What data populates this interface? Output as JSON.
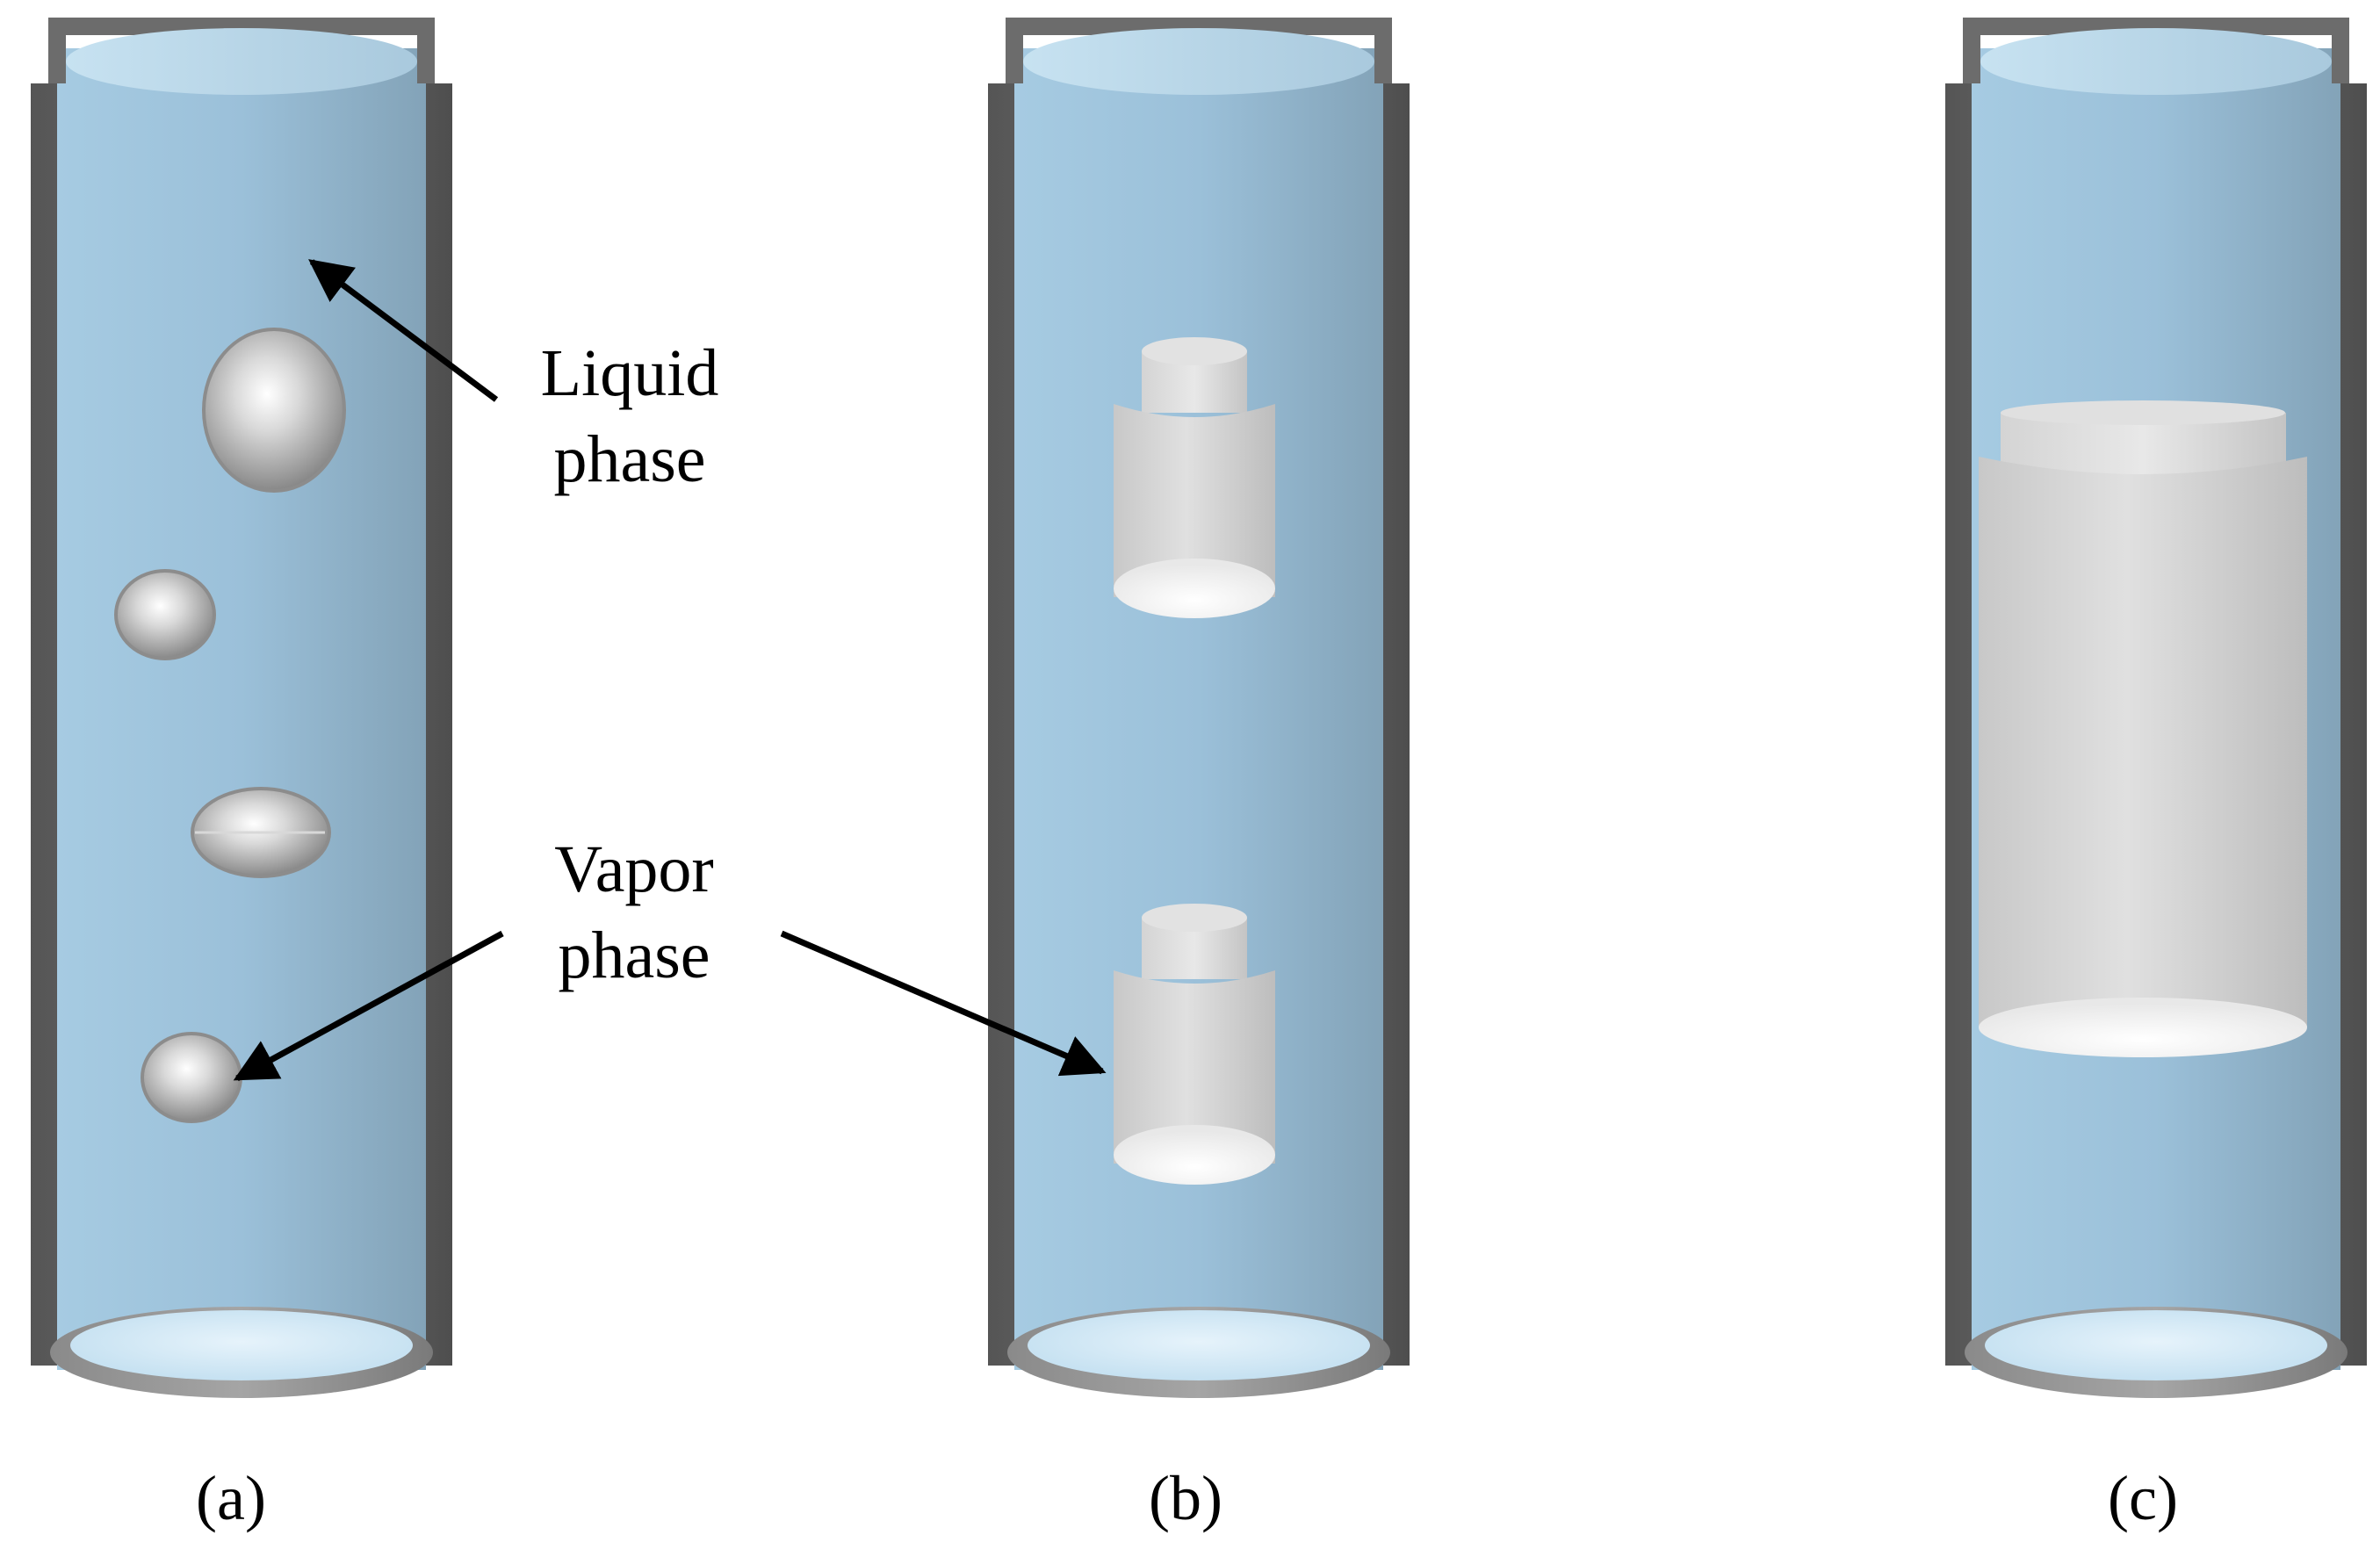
{
  "panels": [
    {
      "id": "a",
      "caption": "(a)",
      "regime": "bubble"
    },
    {
      "id": "b",
      "caption": "(b)",
      "regime": "slug"
    },
    {
      "id": "c",
      "caption": "(c)",
      "regime": "elongated-bubble"
    }
  ],
  "annotations": {
    "liquid": {
      "line1": "Liquid",
      "line2": "phase"
    },
    "vapor": {
      "line1": "Vapor",
      "line2": "phase"
    }
  },
  "colors": {
    "liquid": "#9dc3dc",
    "liquid_dark": "#7f9fb6",
    "wall": "#5c5c5c",
    "vapor": "#d3d3d3",
    "arrow": "#000000"
  }
}
